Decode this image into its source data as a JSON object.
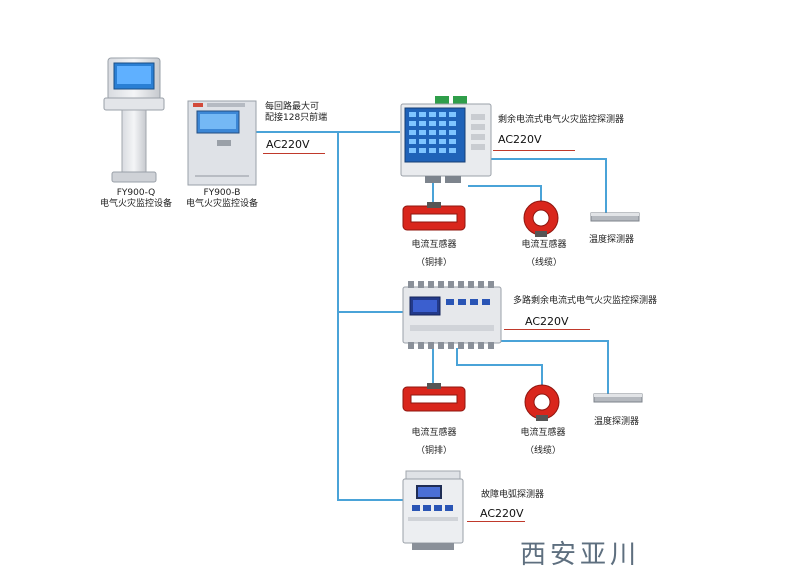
{
  "host_kiosk": {
    "model": "FY900-Q",
    "name": "电气火灾监控设备"
  },
  "host_cabinet": {
    "model": "FY900-B",
    "name": "电气火灾监控设备"
  },
  "bus_note": {
    "line1": "每回路最大可",
    "line2": "配接128只前端"
  },
  "power_label": "AC220V",
  "detector1": {
    "title": "剩余电流式电气火灾监控探测器",
    "sensor_copper": {
      "name": "电流互感器",
      "type": "（铜排）"
    },
    "sensor_cable": {
      "name": "电流互感器",
      "type": "（线缆）"
    },
    "temp_probe": "温度探测器"
  },
  "detector2": {
    "title": "多路剩余电流式电气火灾监控探测器",
    "sensor_copper": {
      "name": "电流互感器",
      "type": "（铜排）"
    },
    "sensor_cable": {
      "name": "电流互感器",
      "type": "（线缆）"
    },
    "temp_probe": "温度探测器"
  },
  "detector3": {
    "title": "故障电弧探测器"
  },
  "brand": "西安亚川",
  "colors": {
    "wire": "#4aa3d8",
    "power_underline": "#c0392b",
    "sensor_red": "#d9261c"
  }
}
